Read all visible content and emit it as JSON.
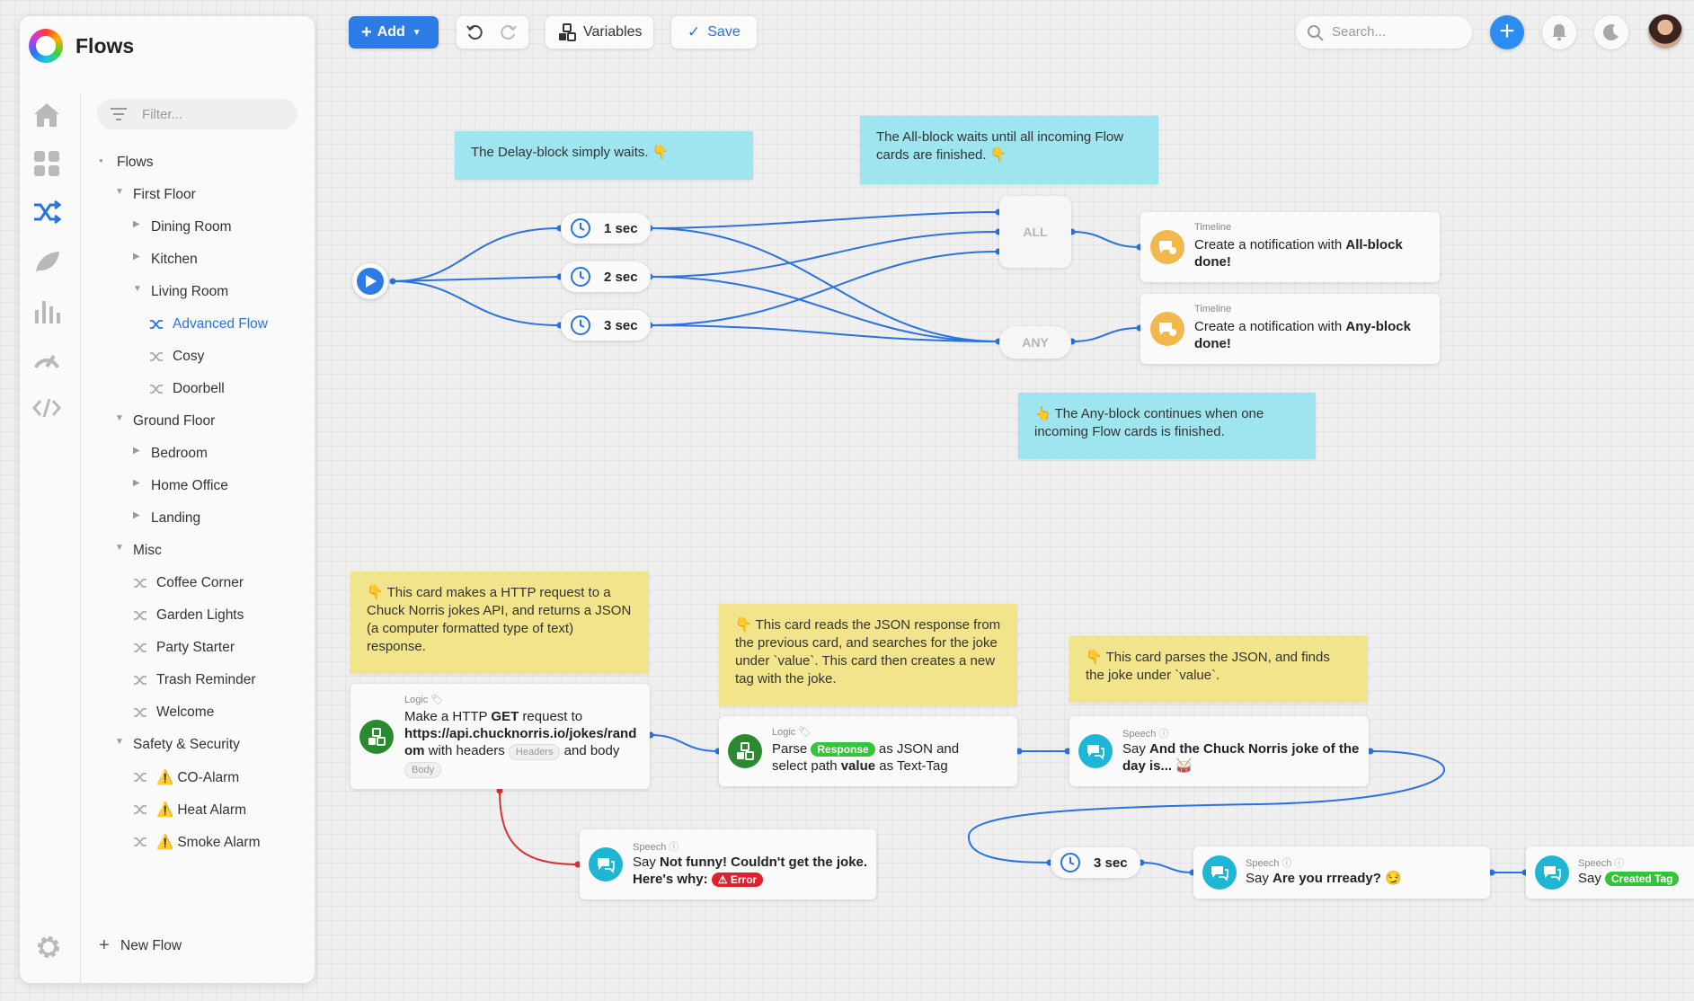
{
  "app": {
    "title": "Flows"
  },
  "sidebar": {
    "filter_placeholder": "Filter...",
    "nav_icons": [
      "home-icon",
      "dashboard-icon",
      "flows-icon",
      "energy-icon",
      "insights-icon",
      "speedometer-icon",
      "code-icon"
    ],
    "tree": [
      {
        "label": "Flows"
      },
      {
        "label": "First Floor"
      },
      {
        "label": "Dining Room"
      },
      {
        "label": "Kitchen"
      },
      {
        "label": "Living Room"
      },
      {
        "label": "Advanced Flow"
      },
      {
        "label": "Cosy"
      },
      {
        "label": "Doorbell"
      },
      {
        "label": "Ground Floor"
      },
      {
        "label": "Bedroom"
      },
      {
        "label": "Home Office"
      },
      {
        "label": "Landing"
      },
      {
        "label": "Misc"
      },
      {
        "label": "Coffee Corner"
      },
      {
        "label": "Garden Lights"
      },
      {
        "label": "Party Starter"
      },
      {
        "label": "Trash Reminder"
      },
      {
        "label": "Welcome"
      },
      {
        "label": "Safety & Security"
      },
      {
        "label": "CO-Alarm"
      },
      {
        "label": "Heat Alarm"
      },
      {
        "label": "Smoke Alarm"
      }
    ],
    "new_flow": "New Flow"
  },
  "toolbar": {
    "add": "Add",
    "variables": "Variables",
    "save": "Save",
    "search_placeholder": "Search..."
  },
  "canvas": {
    "notes": {
      "delay": "The Delay-block simply waits. 👇",
      "all": "The All-block waits until all incoming Flow cards are finished. 👇",
      "any": "👆 The Any-block continues when one incoming Flow cards is finished.",
      "http": "👇 This card makes a HTTP request to a Chuck Norris jokes API, and returns a JSON (a computer formatted type of text) response.",
      "json": "👇 This card reads the JSON response from the previous card, and searches for the joke under `value`. This card then creates a new tag with the joke.",
      "parse": "👇 This card parses the JSON, and finds the joke under `value`."
    },
    "delays": {
      "d1": "1 sec",
      "d2": "2 sec",
      "d3": "3 sec",
      "d4": "3 sec"
    },
    "gates": {
      "all": "ALL",
      "any": "ANY"
    },
    "cards": {
      "timeline1": {
        "category": "Timeline",
        "prefix": "Create a notification with ",
        "bold": "All-block",
        "suffix": "done!"
      },
      "timeline2": {
        "category": "Timeline",
        "prefix": "Create a notification with ",
        "bold": "Any-block",
        "suffix": "done!"
      },
      "http": {
        "category": "Logic",
        "t1": "Make a HTTP ",
        "t2": "GET",
        "t3": " request to",
        "url": "https://api.chucknorris.io/jokes/rand",
        "url2": "om",
        "t4": " with headers ",
        "headers_tag": "Headers",
        "t5": " and body",
        "body_tag": "Body"
      },
      "parse": {
        "category": "Logic",
        "t1": "Parse ",
        "response_tag": "Response",
        "t2": " as JSON and",
        "t3": "select path ",
        "t4": "value",
        "t5": " as Text-Tag"
      },
      "speech1": {
        "category": "Speech",
        "t1": "Say ",
        "bold": "And the Chuck Norris joke of the day is... 🥁"
      },
      "speech_error": {
        "category": "Speech",
        "t1": "Say ",
        "bold1": "Not funny! Couldn't get the joke.",
        "bold2": "Here's why: ",
        "error_tag": "Error"
      },
      "speech2": {
        "category": "Speech",
        "t1": "Say ",
        "bold": "Are you rrready? 😏"
      },
      "speech3": {
        "category": "Speech",
        "t1": "Say ",
        "tag": "Created Tag"
      }
    }
  }
}
